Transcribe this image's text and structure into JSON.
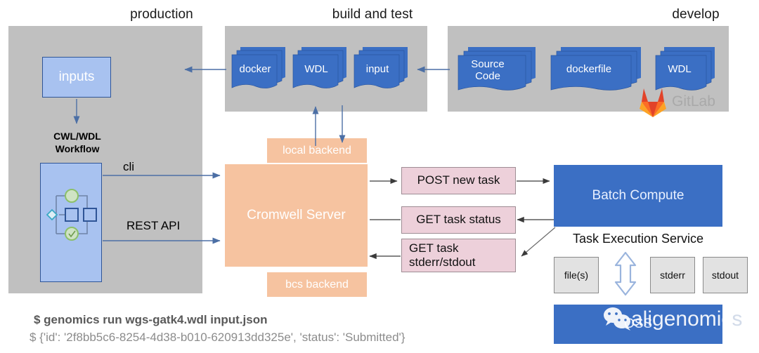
{
  "zones": [
    {
      "id": "production",
      "title": "production"
    },
    {
      "id": "build_test",
      "title": "build and test"
    },
    {
      "id": "develop",
      "title": "develop"
    }
  ],
  "production": {
    "inputs_box": "inputs",
    "workflow_label_line1": "CWL/WDL",
    "workflow_label_line2": "Workflow",
    "workflow_icon": "workflow-graph-icon",
    "edge_cli": "cli",
    "edge_rest": "REST  API"
  },
  "build_test": {
    "stacks": [
      {
        "name": "docker",
        "label": "docker"
      },
      {
        "name": "wdl",
        "label": "WDL"
      },
      {
        "name": "input",
        "label": "input"
      }
    ]
  },
  "develop": {
    "stacks": [
      {
        "name": "source-code",
        "label": "Source\nCode",
        "line1": "Source",
        "line2": "Code"
      },
      {
        "name": "dockerfile",
        "label": "dockerfile",
        "line1": "dockerfile",
        "line2": ""
      },
      {
        "name": "wdl",
        "label": "WDL",
        "line1": "WDL",
        "line2": ""
      }
    ],
    "gitlab_label": "GitLab",
    "gitlab_icon": "gitlab-fox-icon"
  },
  "server": {
    "local_backend": "local backend",
    "cromwell": "Cromwell Server",
    "bcs_backend": "bcs backend"
  },
  "api_boxes": [
    {
      "name": "post-new-task",
      "line1": "POST new task",
      "line2": ""
    },
    {
      "name": "get-task-status",
      "line1": "GET task status",
      "line2": ""
    },
    {
      "name": "get-task-stderr-stdout",
      "line1": "GET task",
      "line2": "stderr/stdout"
    }
  ],
  "compute": {
    "batch_compute": "Batch Compute",
    "task_execution_service": "Task Execution Service",
    "artifacts": [
      {
        "name": "files",
        "label": "file(s)"
      },
      {
        "name": "stderr",
        "label": "stderr"
      },
      {
        "name": "stdout",
        "label": "stdout"
      }
    ],
    "transfer_icon": "double-arrow-vertical-icon",
    "oss_label": "OSS"
  },
  "watermark": {
    "icon": "wechat-icon",
    "text": "aligenomic",
    "tail": "s"
  },
  "terminal": {
    "line1": "$ genomics run wgs-gatk4.wdl input.json",
    "line2": "$ {'id': '2f8bb5c6-8254-4d38-b010-620913dd325e', 'status': 'Submitted'}"
  },
  "colors": {
    "zone_grey": "#c0c0c0",
    "doc_blue": "#3b6fc4",
    "light_blue": "#a8c2f0",
    "salmon": "#f6c3a0",
    "pink": "#edd0da",
    "grey_box": "#e2e2e2",
    "arrow": "#4c6fa5",
    "arrow_dark": "#3a3a3a",
    "gitlab_orange": "#e24329"
  }
}
